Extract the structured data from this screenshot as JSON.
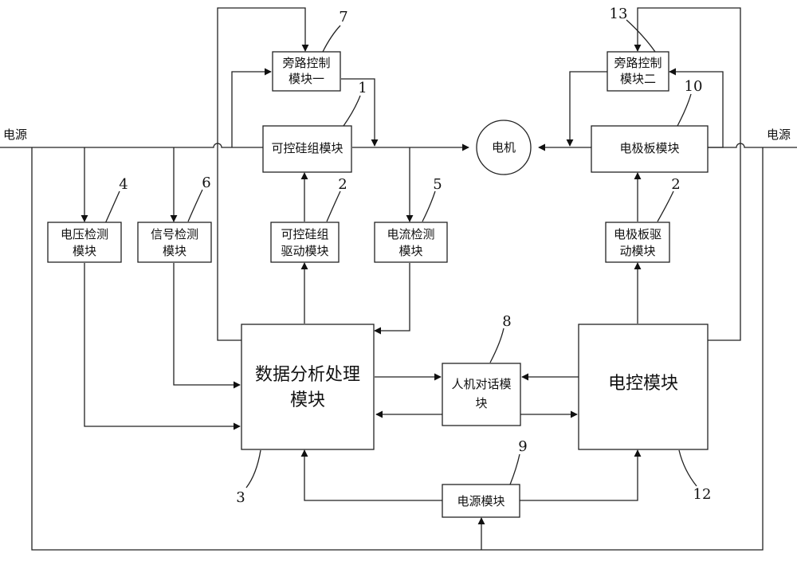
{
  "power_labels": {
    "left": "电源",
    "right": "电源"
  },
  "motor": {
    "label": "电机"
  },
  "blocks": {
    "bypass1": {
      "line1": "旁路控制",
      "line2": "模块一",
      "number": "7"
    },
    "scr_module": {
      "line1": "可控硅组模块",
      "number": "1"
    },
    "bypass2": {
      "line1": "旁路控制",
      "line2": "模块二",
      "number": "13"
    },
    "electrode_module": {
      "line1": "电极板模块",
      "number": "10"
    },
    "voltage_detect": {
      "line1": "电压检测",
      "line2": "模块",
      "number": "4"
    },
    "signal_detect": {
      "line1": "信号检测",
      "line2": "模块",
      "number": "6"
    },
    "scr_driver": {
      "line1": "可控硅组",
      "line2": "驱动模块",
      "number": "2"
    },
    "current_detect": {
      "line1": "电流检测",
      "line2": "模块",
      "number": "5"
    },
    "electrode_driver": {
      "line1": "电极板驱",
      "line2": "动模块",
      "number": "2"
    },
    "data_processing": {
      "line1": "数据分析处理",
      "line2": "模块",
      "number": "3"
    },
    "hmi": {
      "line1": "人机对话模",
      "line2": "块",
      "number": "8"
    },
    "electric_control": {
      "line1": "电控模块",
      "number": "12"
    },
    "power_module": {
      "line1": "电源模块",
      "number": "9"
    }
  }
}
